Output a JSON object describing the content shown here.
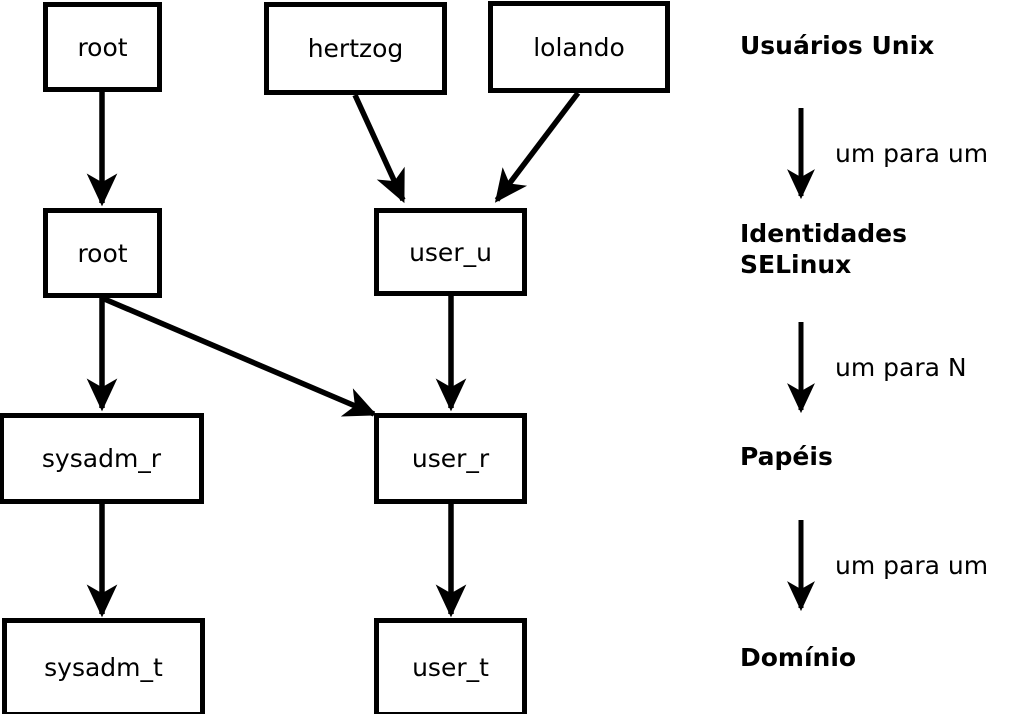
{
  "diagram": {
    "title": "SELinux user / role / domain mapping",
    "language": "pt-BR",
    "background_color": "#ffffff",
    "stroke_color": "#000000",
    "nodes": [
      {
        "id": "unix_root",
        "label": "root",
        "layer": "Usuários Unix",
        "column": "left"
      },
      {
        "id": "unix_hertzog",
        "label": "hertzog",
        "layer": "Usuários Unix",
        "column": "middle"
      },
      {
        "id": "unix_lolando",
        "label": "lolando",
        "layer": "Usuários Unix",
        "column": "right"
      },
      {
        "id": "sel_root",
        "label": "root",
        "layer": "Identidades SELinux",
        "column": "left"
      },
      {
        "id": "sel_user_u",
        "label": "user_u",
        "layer": "Identidades SELinux",
        "column": "middle"
      },
      {
        "id": "role_sysadm",
        "label": "sysadm_r",
        "layer": "Papéis",
        "column": "left"
      },
      {
        "id": "role_user",
        "label": "user_r",
        "layer": "Papéis",
        "column": "middle"
      },
      {
        "id": "dom_sysadm",
        "label": "sysadm_t",
        "layer": "Domínio",
        "column": "left"
      },
      {
        "id": "dom_user",
        "label": "user_t",
        "layer": "Domínio",
        "column": "middle"
      }
    ],
    "edges": [
      {
        "from": "unix_root",
        "to": "sel_root"
      },
      {
        "from": "unix_hertzog",
        "to": "sel_user_u"
      },
      {
        "from": "unix_lolando",
        "to": "sel_user_u"
      },
      {
        "from": "sel_root",
        "to": "role_sysadm"
      },
      {
        "from": "sel_root",
        "to": "role_user"
      },
      {
        "from": "sel_user_u",
        "to": "role_user"
      },
      {
        "from": "role_sysadm",
        "to": "dom_sysadm"
      },
      {
        "from": "role_user",
        "to": "dom_user"
      }
    ]
  },
  "legend": {
    "headings": [
      {
        "id": "legend-heading-unix-users",
        "text": "Usuários Unix"
      },
      {
        "id": "legend-heading-selinux-identities",
        "text": "Identidades\nSELinux"
      },
      {
        "id": "legend-heading-roles",
        "text": "Papéis"
      },
      {
        "id": "legend-heading-domain",
        "text": "Domínio"
      }
    ],
    "edge_labels": [
      {
        "id": "legend-label-one-to-one-1",
        "text": "um para um"
      },
      {
        "id": "legend-label-one-to-n",
        "text": "um para N"
      },
      {
        "id": "legend-label-one-to-one-2",
        "text": "um para um"
      }
    ]
  }
}
